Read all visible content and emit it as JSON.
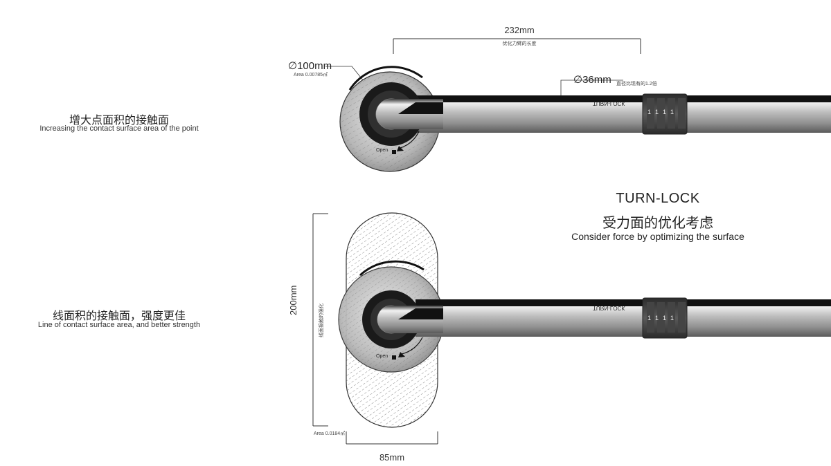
{
  "left_labels": {
    "point": {
      "zh": "增大点面积的接触面",
      "en": "Increasing the contact surface area of the point"
    },
    "line": {
      "zh": "线面积的接触面，强度更佳",
      "en": "Line of contact surface area, and better strength"
    }
  },
  "title": {
    "en": "TURN-LOCK",
    "zh": "受力面的优化考虑",
    "sub": "Consider force by optimizing the surface"
  },
  "top_view": {
    "arm_length": "232mm",
    "arm_length_note": "优化力臂的长度",
    "rosette_diameter": "100mm",
    "rosette_area": "Area 0.00785㎡",
    "handle_diameter": "36mm",
    "handle_diameter_note": "直径比现有的1.2倍",
    "diameter_symbol": "∅"
  },
  "bottom_view": {
    "plate_height": "200mm",
    "plate_height_note": "线面接触的强化",
    "plate_area": "Area 0.0184㎡",
    "plate_width": "85mm"
  },
  "lock": {
    "open_text": "Open",
    "brand_text": "TURN-LOCK",
    "digits": [
      "1",
      "1",
      "1",
      "1"
    ]
  }
}
